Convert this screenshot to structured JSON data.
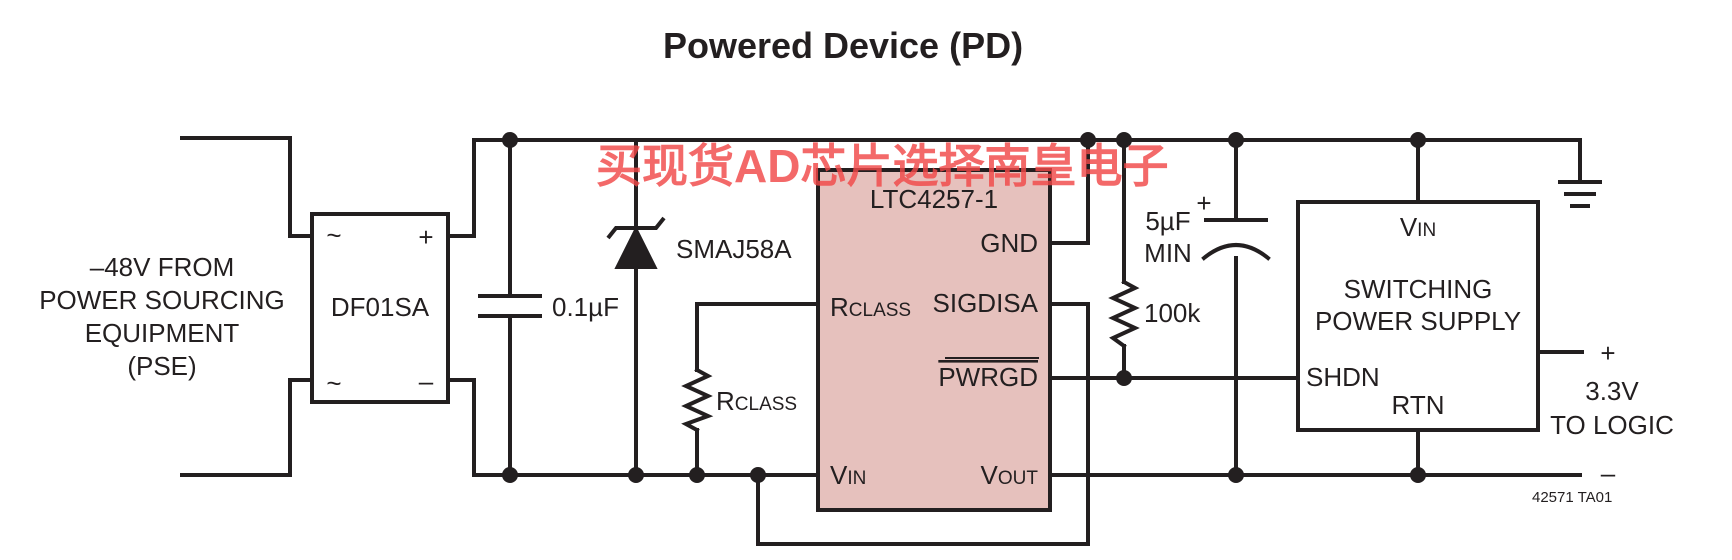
{
  "title": "Powered Device (PD)",
  "watermark": "买现货AD芯片选择南皇电子",
  "source": {
    "line1": "–48V FROM",
    "line2": "POWER SOURCING",
    "line3": "EQUIPMENT",
    "line4": "(PSE)"
  },
  "bridge": {
    "name": "DF01SA",
    "ac_top": "~",
    "ac_bottom": "~",
    "plus": "+",
    "minus": "–"
  },
  "capacitor_in": "0.1µF",
  "tvs": "SMAJ58A",
  "rclass_resistor": {
    "main": "R",
    "sub": "CLASS"
  },
  "ic": {
    "name": "LTC4257-1",
    "pin_rclass": {
      "main": "R",
      "sub": "CLASS"
    },
    "pin_gnd": "GND",
    "pin_sigdisa": "SIGDISA",
    "pin_pwrgd": "PWRGD",
    "pin_vin": {
      "main": "V",
      "sub": "IN"
    },
    "pin_vout": {
      "main": "V",
      "sub": "OUT"
    }
  },
  "cap_out": {
    "line1": "5µF",
    "line2": "MIN",
    "polarity": "+"
  },
  "pullup": "100k",
  "supply": {
    "vin": {
      "main": "V",
      "sub": "IN"
    },
    "line1": "SWITCHING",
    "line2": "POWER SUPPLY",
    "shdn": "SHDN",
    "rtn": "RTN"
  },
  "output": {
    "plus": "+",
    "line1": "3.3V",
    "line2": "TO LOGIC",
    "minus": "–"
  },
  "figure_id": "42571 TA01",
  "colors": {
    "ic_fill": "#e6c1bd",
    "ink": "#231f20",
    "watermark": "#f04848"
  }
}
